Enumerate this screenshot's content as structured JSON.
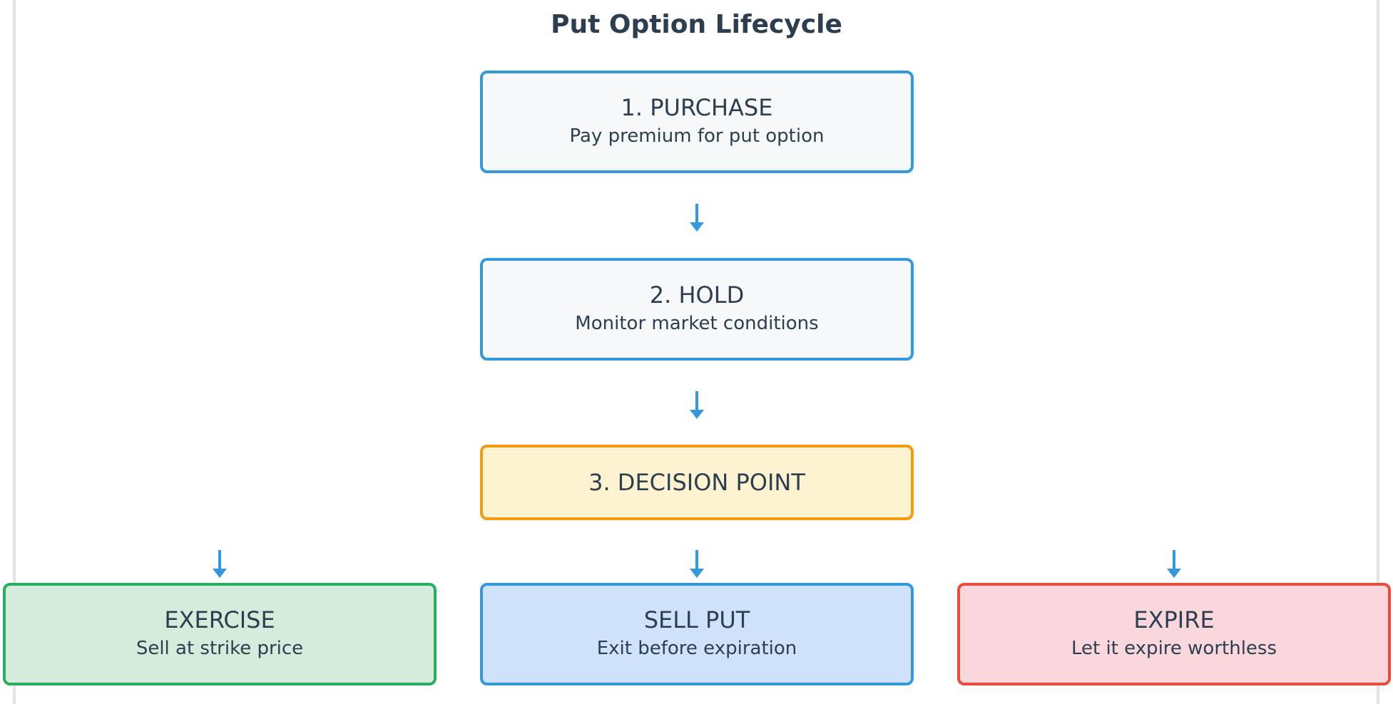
{
  "title": "Put Option Lifecycle",
  "steps": [
    {
      "label": "1. PURCHASE",
      "desc": "Pay premium for put option"
    },
    {
      "label": "2. HOLD",
      "desc": "Monitor market conditions"
    },
    {
      "label": "3. DECISION POINT"
    }
  ],
  "outcomes": [
    {
      "label": "EXERCISE",
      "desc": "Sell at strike price"
    },
    {
      "label": "SELL PUT",
      "desc": "Exit before expiration"
    },
    {
      "label": "EXPIRE",
      "desc": "Let it expire worthless"
    }
  ],
  "colors": {
    "text": "#2c3e50",
    "blue": "#3498db",
    "orange": "#f39c12",
    "green": "#27ae60",
    "red": "#e74c3c",
    "arrow": "#3498db"
  },
  "icons": {
    "arrow": "arrow-down-icon"
  }
}
